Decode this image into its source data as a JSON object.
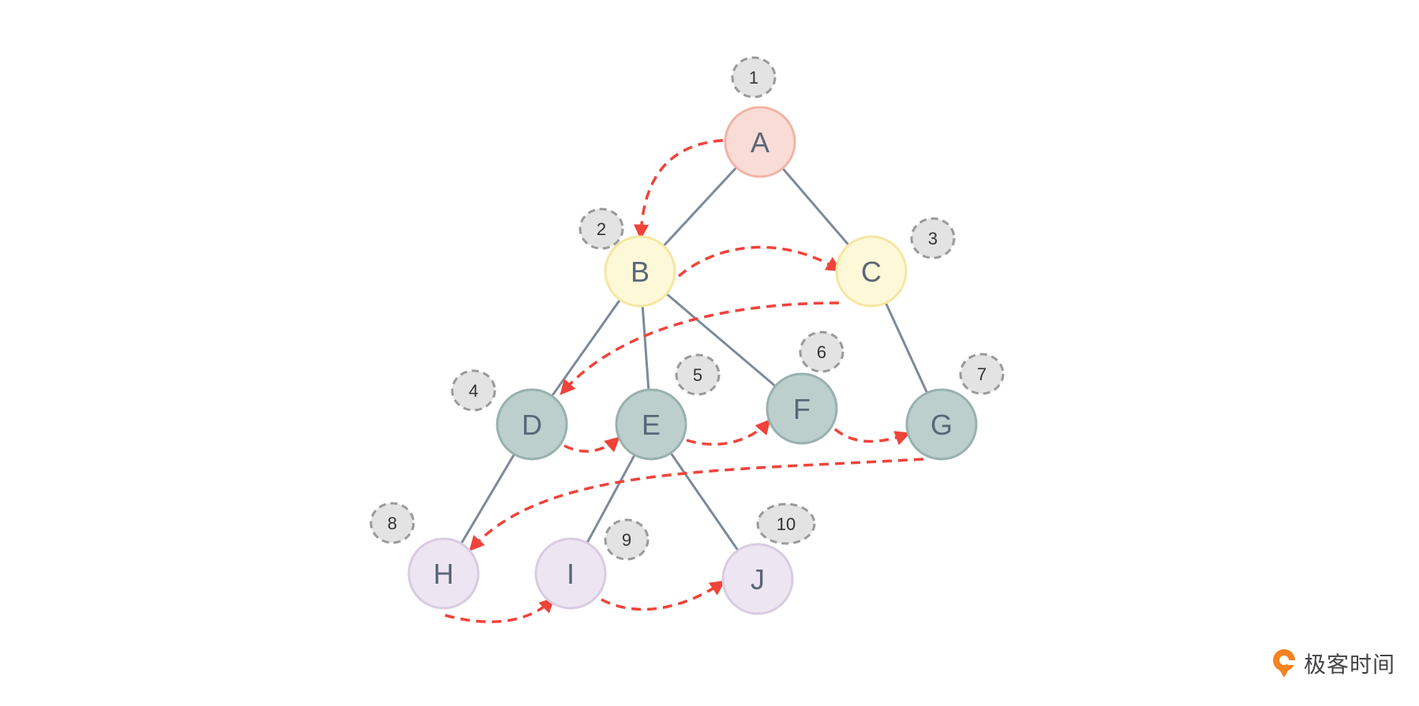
{
  "diagram": {
    "nodes": [
      {
        "id": "A",
        "label": "A",
        "order": "1",
        "fill": "#fadcd6",
        "stroke": "#f0b3a6"
      },
      {
        "id": "B",
        "label": "B",
        "order": "2",
        "fill": "#fdf8d8",
        "stroke": "#f4e7a3"
      },
      {
        "id": "C",
        "label": "C",
        "order": "3",
        "fill": "#fdf8d8",
        "stroke": "#f4e7a3"
      },
      {
        "id": "D",
        "label": "D",
        "order": "4",
        "fill": "#bccfcd",
        "stroke": "#97b1ae"
      },
      {
        "id": "E",
        "label": "E",
        "order": "5",
        "fill": "#bccfcd",
        "stroke": "#97b1ae"
      },
      {
        "id": "F",
        "label": "F",
        "order": "6",
        "fill": "#bccfcd",
        "stroke": "#97b1ae"
      },
      {
        "id": "G",
        "label": "G",
        "order": "7",
        "fill": "#bccfcd",
        "stroke": "#97b1ae"
      },
      {
        "id": "H",
        "label": "H",
        "order": "8",
        "fill": "#ede6f2",
        "stroke": "#d9cbe2"
      },
      {
        "id": "I",
        "label": "I",
        "order": "9",
        "fill": "#ede6f2",
        "stroke": "#d9cbe2"
      },
      {
        "id": "J",
        "label": "J",
        "order": "10",
        "fill": "#ede6f2",
        "stroke": "#d9cbe2"
      }
    ],
    "tree_edges": [
      [
        "A",
        "B"
      ],
      [
        "A",
        "C"
      ],
      [
        "B",
        "D"
      ],
      [
        "B",
        "E"
      ],
      [
        "B",
        "F"
      ],
      [
        "C",
        "G"
      ],
      [
        "D",
        "H"
      ],
      [
        "E",
        "I"
      ],
      [
        "E",
        "J"
      ]
    ],
    "traversal_arrows": [
      [
        "A",
        "B"
      ],
      [
        "B",
        "C"
      ],
      [
        "C",
        "D"
      ],
      [
        "D",
        "E"
      ],
      [
        "E",
        "F"
      ],
      [
        "F",
        "G"
      ],
      [
        "G",
        "H"
      ],
      [
        "H",
        "I"
      ],
      [
        "I",
        "J"
      ]
    ],
    "colors": {
      "edge": "#7d8a99",
      "arrow": "#f0433a",
      "order_fill": "#e3e3e3",
      "order_stroke": "#9a9a9a"
    }
  },
  "brand": {
    "icon": "geektime-logo-icon",
    "text": "极客时间",
    "color": "#f5821f"
  }
}
